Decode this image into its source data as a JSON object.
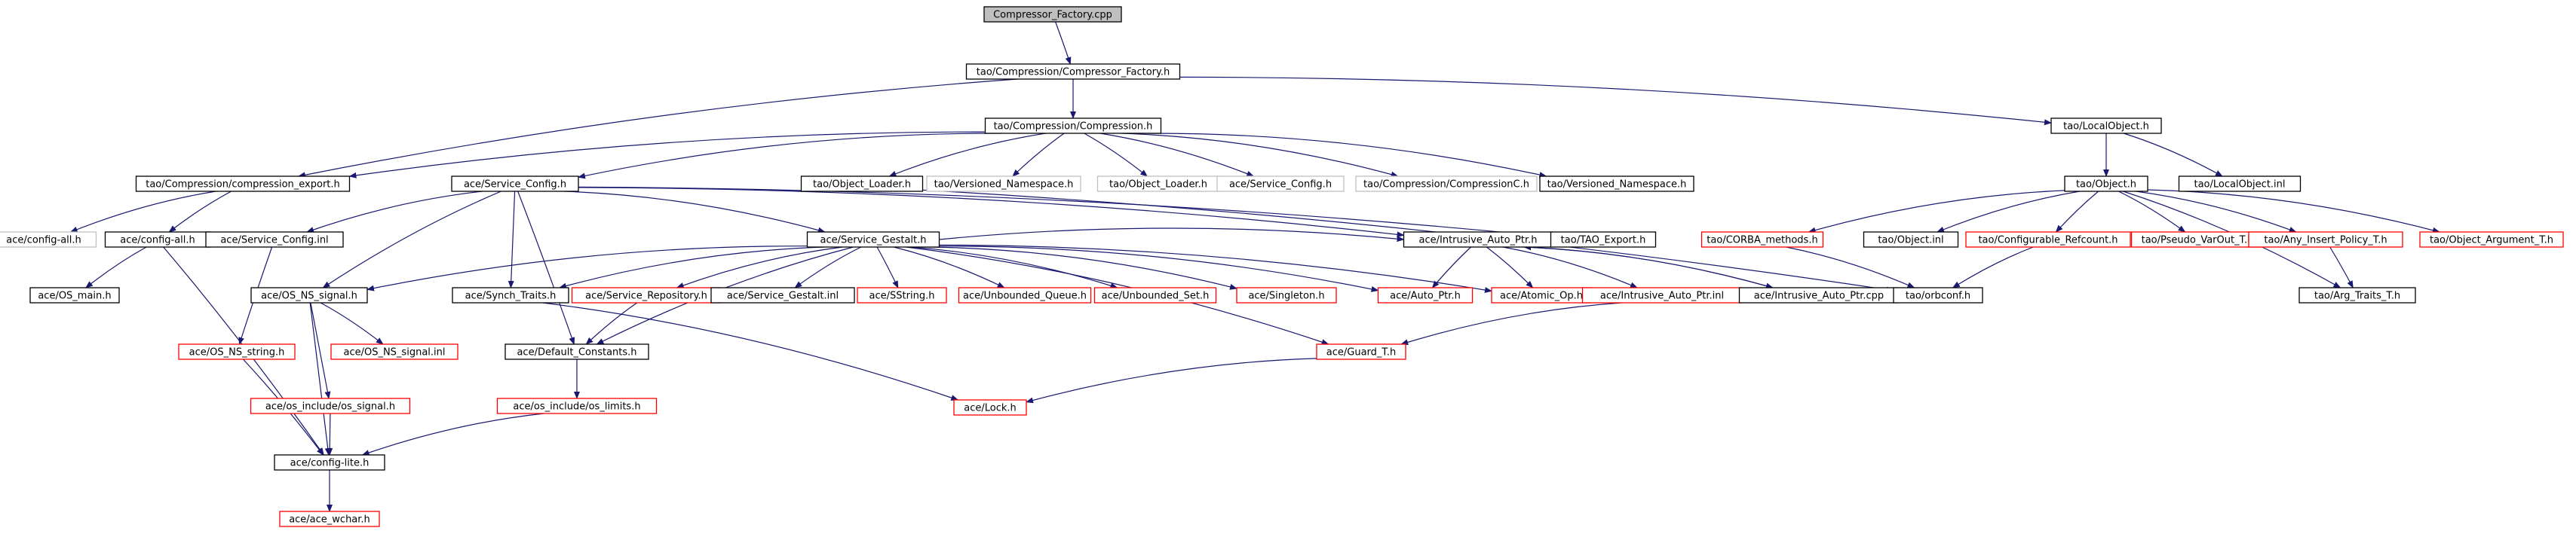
{
  "colors": {
    "root_fill": "#bfbfbf",
    "normal_border": "#000000",
    "truncated_border": "#ff0000",
    "external_border": "#bfbfbf",
    "edge": "#191970",
    "text": "#000000"
  },
  "nodes": [
    {
      "id": "compressor_factory_cpp",
      "label": "Compressor_Factory.cpp",
      "style": "root"
    },
    {
      "id": "compressor_factory_h",
      "label": "tao/Compression/Compressor_Factory.h",
      "style": "normal"
    },
    {
      "id": "compression_h",
      "label": "tao/Compression/Compression.h",
      "style": "normal"
    },
    {
      "id": "localobject_h",
      "label": "tao/LocalObject.h",
      "style": "normal"
    },
    {
      "id": "compression_export_h",
      "label": "tao/Compression/compression_export.h",
      "style": "normal"
    },
    {
      "id": "service_config_h",
      "label": "ace/Service_Config.h",
      "style": "normal"
    },
    {
      "id": "object_loader_h",
      "label": "tao/Object_Loader.h",
      "style": "normal"
    },
    {
      "id": "versioned_namespace_h_ext",
      "label": "tao/Versioned_Namespace.h",
      "style": "external"
    },
    {
      "id": "object_loader_h_ext",
      "label": "tao/Object_Loader.h",
      "style": "external"
    },
    {
      "id": "service_config_h_ext",
      "label": "ace/Service_Config.h",
      "style": "external"
    },
    {
      "id": "compressionc_h_ext",
      "label": "tao/Compression/CompressionC.h",
      "style": "external"
    },
    {
      "id": "versioned_namespace_h",
      "label": "tao/Versioned_Namespace.h",
      "style": "normal"
    },
    {
      "id": "object_h",
      "label": "tao/Object.h",
      "style": "normal"
    },
    {
      "id": "localobject_inl",
      "label": "tao/LocalObject.inl",
      "style": "normal"
    },
    {
      "id": "config_all_h_ext",
      "label": "ace/config-all.h",
      "style": "external"
    },
    {
      "id": "config_all_h",
      "label": "ace/config-all.h",
      "style": "normal"
    },
    {
      "id": "service_config_inl",
      "label": "ace/Service_Config.inl",
      "style": "normal"
    },
    {
      "id": "service_gestalt_h",
      "label": "ace/Service_Gestalt.h",
      "style": "normal"
    },
    {
      "id": "intrusive_auto_ptr_h",
      "label": "ace/Intrusive_Auto_Ptr.h",
      "style": "normal"
    },
    {
      "id": "tao_export_h",
      "label": "tao/TAO_Export.h",
      "style": "normal"
    },
    {
      "id": "corba_methods_h",
      "label": "tao/CORBA_methods.h",
      "style": "truncated"
    },
    {
      "id": "object_inl",
      "label": "tao/Object.inl",
      "style": "normal"
    },
    {
      "id": "configurable_refcount_h",
      "label": "tao/Configurable_Refcount.h",
      "style": "truncated"
    },
    {
      "id": "pseudo_varout_t_h",
      "label": "tao/Pseudo_VarOut_T.h",
      "style": "truncated"
    },
    {
      "id": "any_insert_policy_t_h",
      "label": "tao/Any_Insert_Policy_T.h",
      "style": "truncated"
    },
    {
      "id": "object_argument_t_h",
      "label": "tao/Object_Argument_T.h",
      "style": "truncated"
    },
    {
      "id": "os_main_h",
      "label": "ace/OS_main.h",
      "style": "normal"
    },
    {
      "id": "os_ns_signal_h",
      "label": "ace/OS_NS_signal.h",
      "style": "normal"
    },
    {
      "id": "synch_traits_h",
      "label": "ace/Synch_Traits.h",
      "style": "normal"
    },
    {
      "id": "service_repository_h",
      "label": "ace/Service_Repository.h",
      "style": "truncated"
    },
    {
      "id": "service_gestalt_inl",
      "label": "ace/Service_Gestalt.inl",
      "style": "normal"
    },
    {
      "id": "sstring_h",
      "label": "ace/SString.h",
      "style": "truncated"
    },
    {
      "id": "unbounded_queue_h",
      "label": "ace/Unbounded_Queue.h",
      "style": "truncated"
    },
    {
      "id": "unbounded_set_h",
      "label": "ace/Unbounded_Set.h",
      "style": "truncated"
    },
    {
      "id": "singleton_h",
      "label": "ace/Singleton.h",
      "style": "truncated"
    },
    {
      "id": "auto_ptr_h",
      "label": "ace/Auto_Ptr.h",
      "style": "truncated"
    },
    {
      "id": "atomic_op_h",
      "label": "ace/Atomic_Op.h",
      "style": "truncated"
    },
    {
      "id": "intrusive_auto_ptr_inl",
      "label": "ace/Intrusive_Auto_Ptr.inl",
      "style": "truncated"
    },
    {
      "id": "intrusive_auto_ptr_cpp",
      "label": "ace/Intrusive_Auto_Ptr.cpp",
      "style": "normal"
    },
    {
      "id": "orbconf_h",
      "label": "tao/orbconf.h",
      "style": "normal"
    },
    {
      "id": "arg_traits_t_h",
      "label": "tao/Arg_Traits_T.h",
      "style": "normal"
    },
    {
      "id": "os_ns_string_h",
      "label": "ace/OS_NS_string.h",
      "style": "truncated"
    },
    {
      "id": "os_ns_signal_inl",
      "label": "ace/OS_NS_signal.inl",
      "style": "truncated"
    },
    {
      "id": "default_constants_h",
      "label": "ace/Default_Constants.h",
      "style": "normal"
    },
    {
      "id": "guard_t_h",
      "label": "ace/Guard_T.h",
      "style": "truncated"
    },
    {
      "id": "os_include_os_signal_h",
      "label": "ace/os_include/os_signal.h",
      "style": "truncated"
    },
    {
      "id": "os_include_os_limits_h",
      "label": "ace/os_include/os_limits.h",
      "style": "truncated"
    },
    {
      "id": "lock_h",
      "label": "ace/Lock.h",
      "style": "truncated"
    },
    {
      "id": "config_lite_h",
      "label": "ace/config-lite.h",
      "style": "normal"
    },
    {
      "id": "ace_wchar_h",
      "label": "ace/ace_wchar.h",
      "style": "truncated"
    }
  ],
  "edges": [
    [
      "compressor_factory_cpp",
      "compressor_factory_h"
    ],
    [
      "compressor_factory_h",
      "compression_h"
    ],
    [
      "compressor_factory_h",
      "localobject_h"
    ],
    [
      "compressor_factory_h",
      "compression_export_h"
    ],
    [
      "compression_h",
      "compression_export_h"
    ],
    [
      "compression_h",
      "service_config_h"
    ],
    [
      "compression_h",
      "object_loader_h"
    ],
    [
      "compression_h",
      "versioned_namespace_h_ext"
    ],
    [
      "compression_h",
      "object_loader_h_ext"
    ],
    [
      "compression_h",
      "service_config_h_ext"
    ],
    [
      "compression_h",
      "compressionc_h_ext"
    ],
    [
      "compression_h",
      "versioned_namespace_h"
    ],
    [
      "localobject_h",
      "object_h"
    ],
    [
      "localobject_h",
      "localobject_inl"
    ],
    [
      "compression_export_h",
      "config_all_h_ext"
    ],
    [
      "compression_export_h",
      "config_all_h"
    ],
    [
      "config_all_h",
      "os_main_h"
    ],
    [
      "config_all_h",
      "config_lite_h"
    ],
    [
      "service_config_h",
      "service_config_inl"
    ],
    [
      "service_config_h",
      "os_ns_signal_h"
    ],
    [
      "service_config_h",
      "synch_traits_h"
    ],
    [
      "service_config_h",
      "service_gestalt_h"
    ],
    [
      "service_config_h",
      "default_constants_h"
    ],
    [
      "service_config_h",
      "intrusive_auto_ptr_h"
    ],
    [
      "service_config_h",
      "tao_export_h"
    ],
    [
      "object_loader_h",
      "orbconf_h"
    ],
    [
      "object_h",
      "corba_methods_h"
    ],
    [
      "object_h",
      "object_inl"
    ],
    [
      "object_h",
      "configurable_refcount_h"
    ],
    [
      "object_h",
      "pseudo_varout_t_h"
    ],
    [
      "object_h",
      "any_insert_policy_t_h"
    ],
    [
      "object_h",
      "object_argument_t_h"
    ],
    [
      "object_h",
      "arg_traits_t_h"
    ],
    [
      "corba_methods_h",
      "orbconf_h"
    ],
    [
      "configurable_refcount_h",
      "orbconf_h"
    ],
    [
      "any_insert_policy_t_h",
      "arg_traits_t_h"
    ],
    [
      "service_config_inl",
      "os_ns_string_h"
    ],
    [
      "service_gestalt_h",
      "os_ns_signal_h"
    ],
    [
      "service_gestalt_h",
      "synch_traits_h"
    ],
    [
      "service_gestalt_h",
      "service_repository_h"
    ],
    [
      "service_gestalt_h",
      "service_gestalt_inl"
    ],
    [
      "service_gestalt_h",
      "sstring_h"
    ],
    [
      "service_gestalt_h",
      "unbounded_queue_h"
    ],
    [
      "service_gestalt_h",
      "unbounded_set_h"
    ],
    [
      "service_gestalt_h",
      "singleton_h"
    ],
    [
      "service_gestalt_h",
      "auto_ptr_h"
    ],
    [
      "service_gestalt_h",
      "atomic_op_h"
    ],
    [
      "service_gestalt_h",
      "intrusive_auto_ptr_h"
    ],
    [
      "service_gestalt_h",
      "guard_t_h"
    ],
    [
      "service_gestalt_h",
      "default_constants_h"
    ],
    [
      "intrusive_auto_ptr_h",
      "auto_ptr_h"
    ],
    [
      "intrusive_auto_ptr_h",
      "atomic_op_h"
    ],
    [
      "intrusive_auto_ptr_h",
      "intrusive_auto_ptr_inl"
    ],
    [
      "intrusive_auto_ptr_h",
      "intrusive_auto_ptr_cpp"
    ],
    [
      "intrusive_auto_ptr_cpp",
      "intrusive_auto_ptr_h"
    ],
    [
      "intrusive_auto_ptr_inl",
      "guard_t_h"
    ],
    [
      "os_ns_signal_h",
      "os_ns_signal_inl"
    ],
    [
      "os_ns_signal_h",
      "os_include_os_signal_h"
    ],
    [
      "os_ns_signal_h",
      "config_lite_h"
    ],
    [
      "os_ns_string_h",
      "config_lite_h"
    ],
    [
      "synch_traits_h",
      "lock_h"
    ],
    [
      "service_repository_h",
      "default_constants_h"
    ],
    [
      "default_constants_h",
      "os_include_os_limits_h"
    ],
    [
      "guard_t_h",
      "lock_h"
    ],
    [
      "os_include_os_signal_h",
      "config_lite_h"
    ],
    [
      "os_include_os_limits_h",
      "config_lite_h"
    ],
    [
      "config_lite_h",
      "ace_wchar_h"
    ]
  ]
}
